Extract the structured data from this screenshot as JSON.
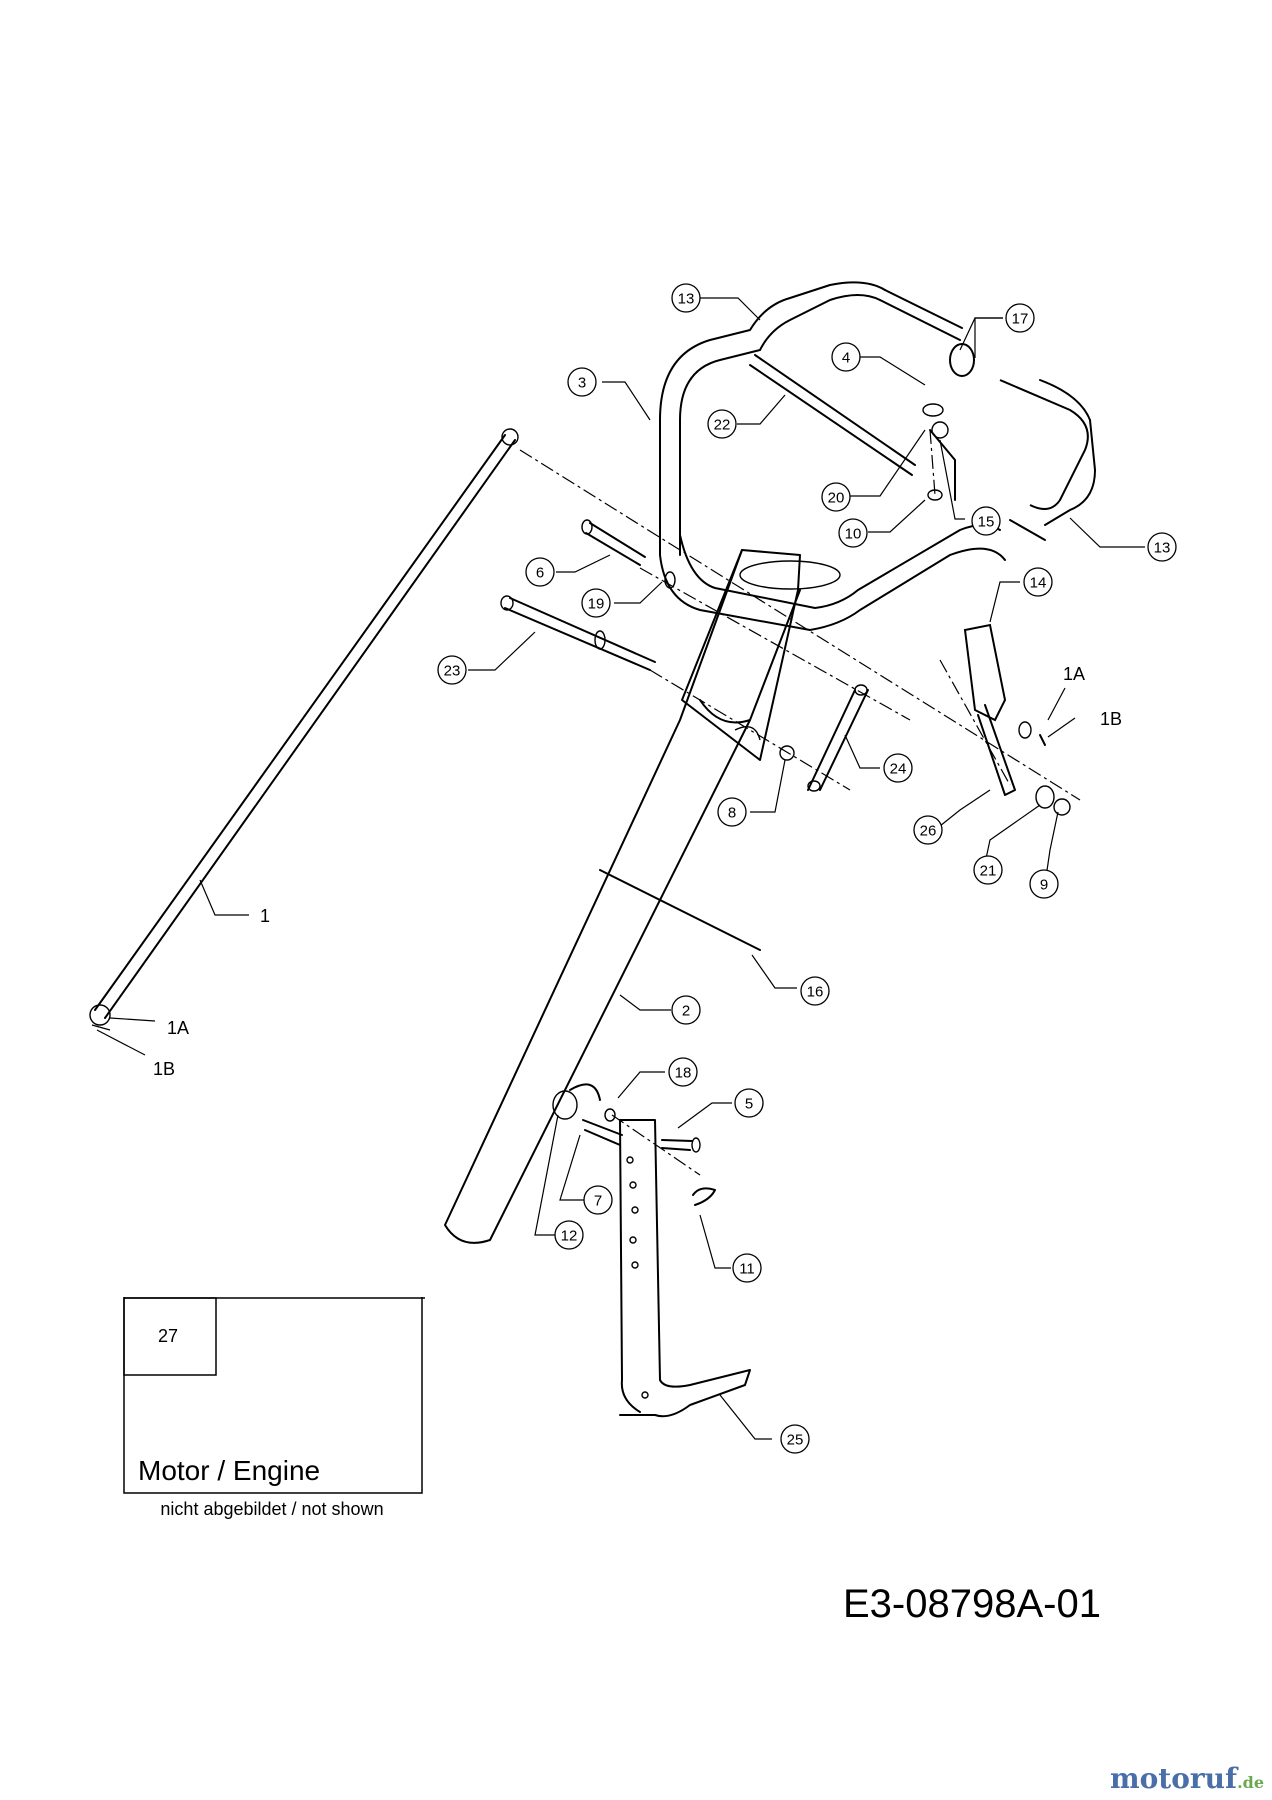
{
  "callouts": [
    {
      "id": "13",
      "label": "13"
    },
    {
      "id": "17",
      "label": "17"
    },
    {
      "id": "3",
      "label": "3"
    },
    {
      "id": "4",
      "label": "4"
    },
    {
      "id": "22",
      "label": "22"
    },
    {
      "id": "20",
      "label": "20"
    },
    {
      "id": "10",
      "label": "10"
    },
    {
      "id": "15",
      "label": "15"
    },
    {
      "id": "13b",
      "label": "13"
    },
    {
      "id": "14",
      "label": "14"
    },
    {
      "id": "6",
      "label": "6"
    },
    {
      "id": "19",
      "label": "19"
    },
    {
      "id": "23",
      "label": "23"
    },
    {
      "id": "24",
      "label": "24"
    },
    {
      "id": "8",
      "label": "8"
    },
    {
      "id": "26",
      "label": "26"
    },
    {
      "id": "21",
      "label": "21"
    },
    {
      "id": "9",
      "label": "9"
    },
    {
      "id": "16",
      "label": "16"
    },
    {
      "id": "2",
      "label": "2"
    },
    {
      "id": "18",
      "label": "18"
    },
    {
      "id": "5",
      "label": "5"
    },
    {
      "id": "7",
      "label": "7"
    },
    {
      "id": "12",
      "label": "12"
    },
    {
      "id": "11",
      "label": "11"
    },
    {
      "id": "25",
      "label": "25"
    }
  ],
  "plain_labels": [
    {
      "id": "1",
      "label": "1"
    },
    {
      "id": "1A-left",
      "label": "1A"
    },
    {
      "id": "1B-left",
      "label": "1B"
    },
    {
      "id": "1A-right",
      "label": "1A"
    },
    {
      "id": "1B-right",
      "label": "1B"
    }
  ],
  "note": {
    "part_number": "27",
    "title": "Motor / Engine",
    "subtitle": "nicht abgebildet / not shown"
  },
  "drawing_code": "E3-08798A-01",
  "brand": {
    "name": "motoruf",
    "suffix": ".de",
    "colors": {
      "name": "#4a6ea8",
      "suffix": "#6aa84f"
    }
  }
}
